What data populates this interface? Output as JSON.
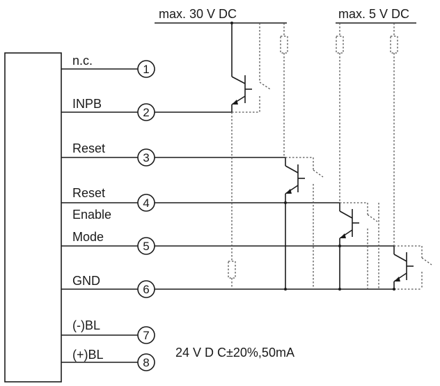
{
  "supply_labels": {
    "left": "max. 30 V DC",
    "right": "max. 5 V DC"
  },
  "pins": [
    {
      "number": "1",
      "label": "n.c."
    },
    {
      "number": "2",
      "label": "INPB"
    },
    {
      "number": "3",
      "label": "Reset"
    },
    {
      "number": "4",
      "label": "Reset"
    },
    {
      "number": "5",
      "label": "Mode"
    },
    {
      "number": "6",
      "label": "GND"
    },
    {
      "number": "7",
      "label": "(-)BL"
    },
    {
      "number": "8",
      "label": "(+)BL"
    }
  ],
  "pin4_sublabel": "Enable",
  "backlight_spec": "24 V D C±20%,50mA",
  "colors": {
    "line": "#1a1a1a",
    "dotted": "#555555",
    "background": "#ffffff"
  }
}
